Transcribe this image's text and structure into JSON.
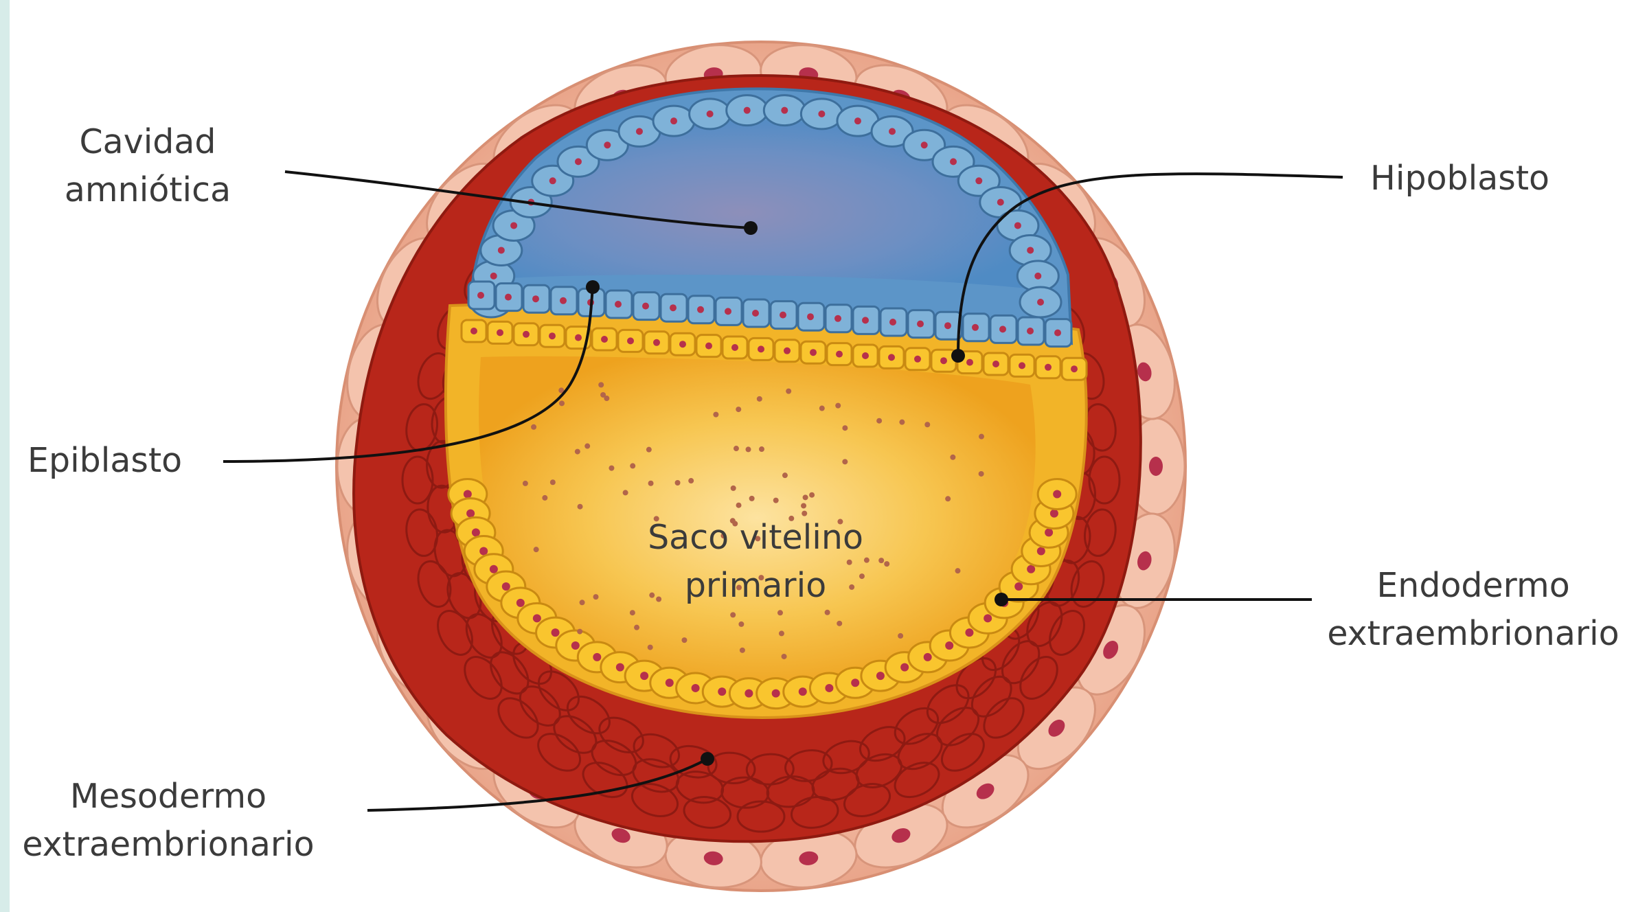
{
  "labels": {
    "amniotic_cavity": [
      "Cavidad",
      "amniótica"
    ],
    "hypoblast": "Hipoblasto",
    "epiblast": "Epiblasto",
    "yolk_sac": [
      "Saco vitelino",
      "primario"
    ],
    "extraembryonic_endoderm": [
      "Endodermo",
      "extraembrionario"
    ],
    "extraembryonic_mesoderm": [
      "Mesodermo",
      "extraembrionario"
    ]
  },
  "colors": {
    "trophoblast": "#efb096",
    "trophoblast_cell": "#f4c3ad",
    "nucleus": "#b6304c",
    "mesoderm": "#b8261a",
    "amniotic_cavity": "#5a92c4",
    "amniotic_cell": "#7fb2d8",
    "yolk_sac": "#f2b428",
    "yolk_sac_center": "#fcdc84",
    "endoderm_cell": "#f9c52e",
    "leader_line": "#111111",
    "text": "#3b3b3b",
    "left_strip": "#d7ece9"
  }
}
